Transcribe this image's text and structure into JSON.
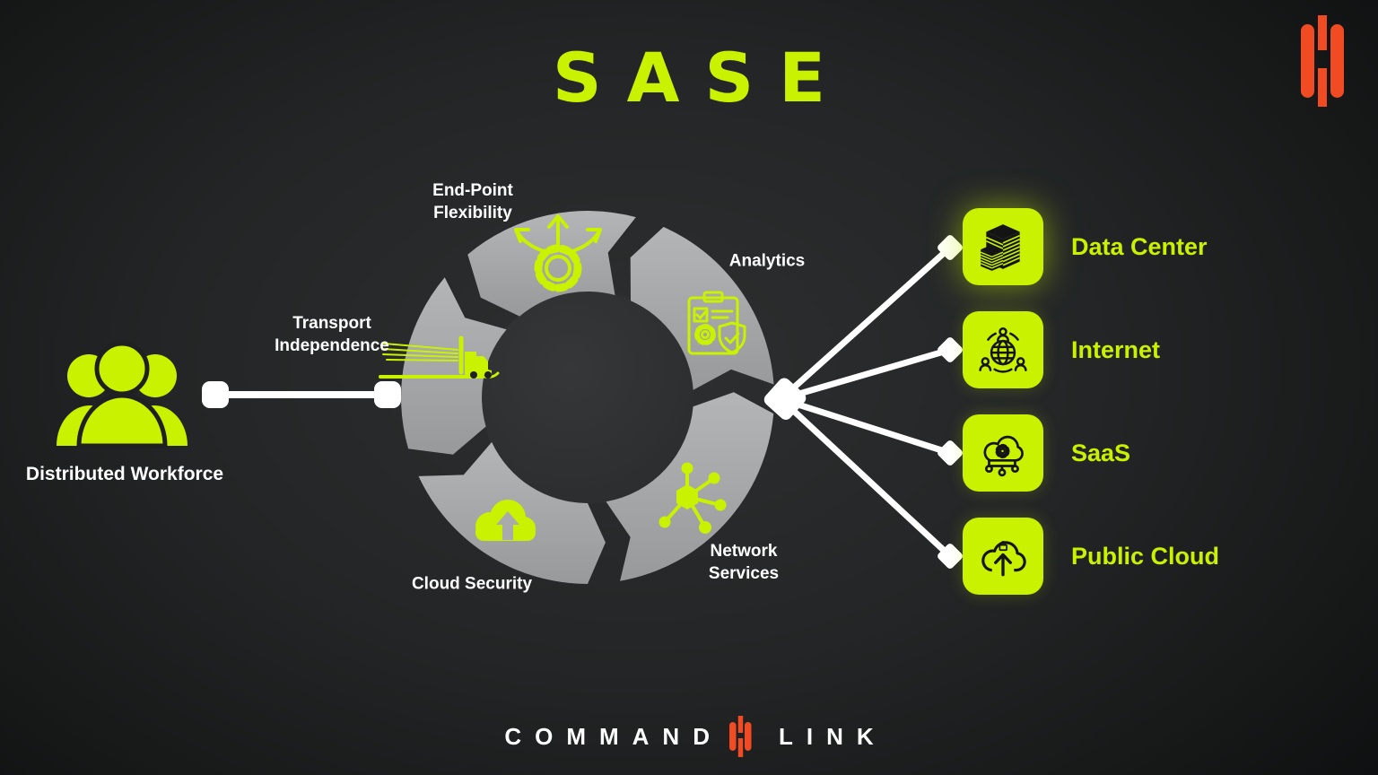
{
  "title": "SASE",
  "colors": {
    "lime": "#c9f201",
    "orange": "#f14b24",
    "segment_gray": "#a8aaac",
    "background": "#1e2021",
    "white": "#ffffff"
  },
  "workforce": {
    "label": "Distributed Workforce",
    "icon": "people-group-icon"
  },
  "cycle": {
    "segments": [
      {
        "label": "End-Point Flexibility",
        "icon": "branching-arrows-gear-icon"
      },
      {
        "label": "Analytics",
        "icon": "clipboard-checklist-shield-icon"
      },
      {
        "label": "Transport Independence",
        "icon": "speeding-truck-icon"
      },
      {
        "label": "Cloud Security",
        "icon": "cloud-upload-icon"
      },
      {
        "label": "Network Services",
        "icon": "network-nodes-icon"
      }
    ]
  },
  "destinations": [
    {
      "label": "Data Center",
      "icon": "data-center-buildings-icon"
    },
    {
      "label": "Internet",
      "icon": "globe-users-icon"
    },
    {
      "label": "SaaS",
      "icon": "cloud-gear-icon"
    },
    {
      "label": "Public Cloud",
      "icon": "cloud-upload-lock-icon"
    }
  ],
  "footer": {
    "left": "COMMAND",
    "right": "LINK"
  }
}
